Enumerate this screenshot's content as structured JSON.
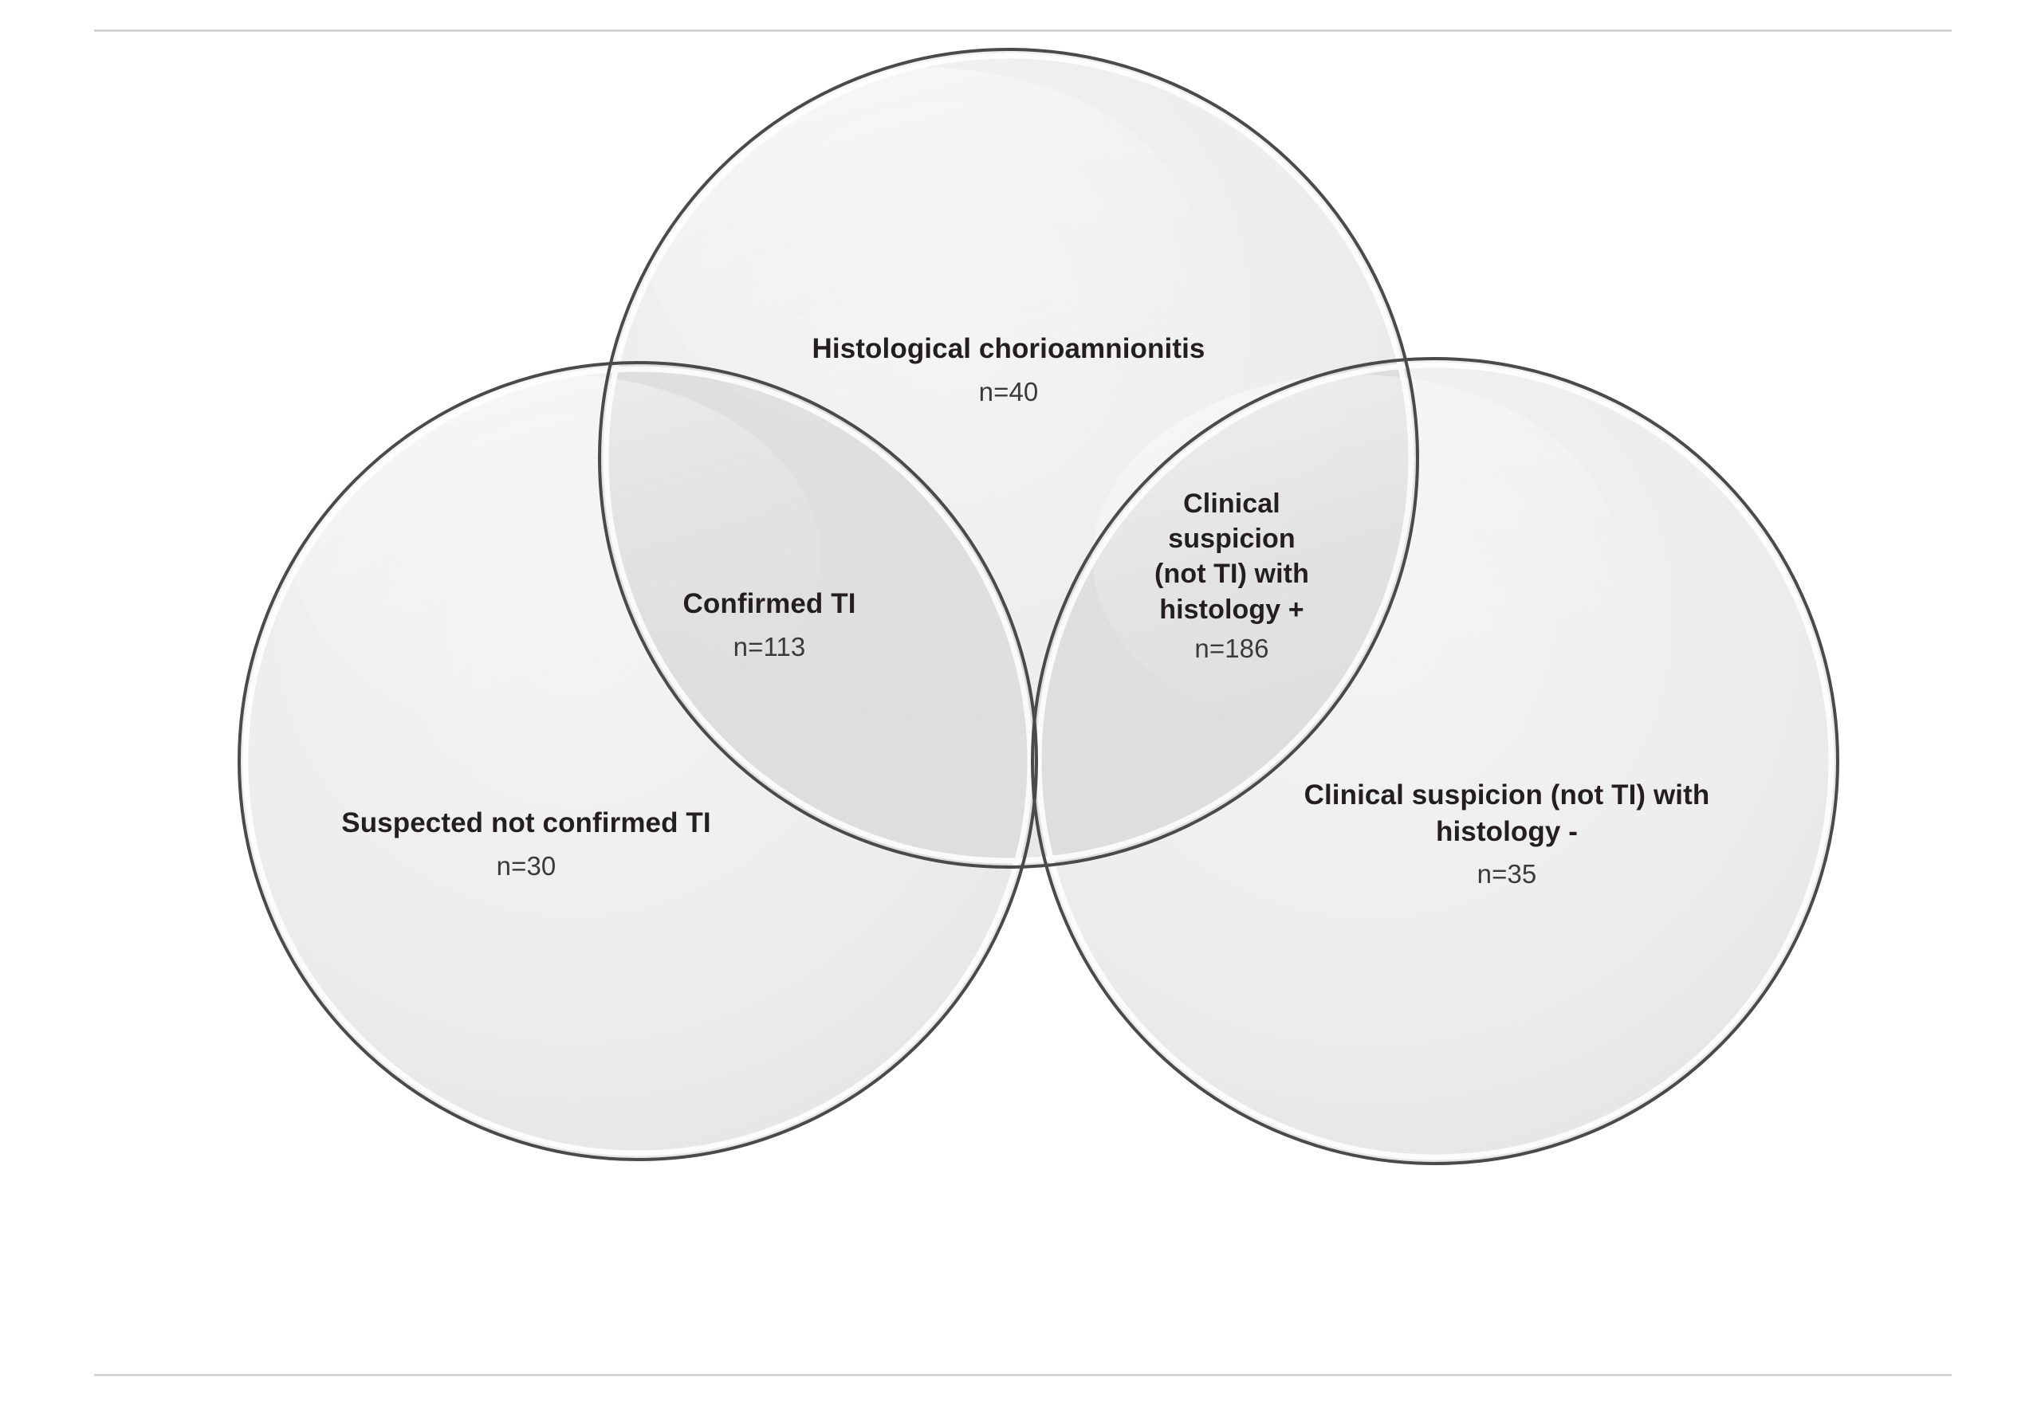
{
  "figure": {
    "type": "venn-diagram",
    "sets": 3,
    "background_color": "#ffffff",
    "rule_color": "#cccccc",
    "circle_stroke_color": "#4d4d4d",
    "circle_fill_color": "#eeeeee",
    "overlap_fill_color": "#e0e0e0",
    "text_color": "#231f20"
  },
  "circles": [
    {
      "id": "histological-chorioamnionitis",
      "position": "top",
      "title": "Histological chorioamnionitis",
      "count_label": "n=40",
      "count": 40
    },
    {
      "id": "suspected-not-confirmed-ti",
      "position": "bottom-left",
      "title": "Suspected not confirmed TI",
      "count_label": "n=30",
      "count": 30
    },
    {
      "id": "clinical-suspicion-histology-negative",
      "position": "bottom-right",
      "title": "Clinical suspicion (not TI) with histology -",
      "title_line1": "Clinical suspicion (not TI) with",
      "title_line2": "histology -",
      "count_label": "n=35",
      "count": 35
    }
  ],
  "intersections": [
    {
      "id": "confirmed-ti",
      "position": "top-left-overlap",
      "title": "Confirmed TI",
      "count_label": "n=113",
      "count": 113
    },
    {
      "id": "clinical-suspicion-histology-positive",
      "position": "top-right-overlap",
      "title": "Clinical suspicion (not TI) with histology +",
      "title_line1": "Clinical",
      "title_line2": "suspicion",
      "title_line3": "(not TI) with",
      "title_line4": "histology +",
      "count_label": "n=186",
      "count": 186
    }
  ],
  "chart_data": {
    "type": "venn",
    "title": "",
    "categories": [
      "Histological chorioamnionitis",
      "Suspected not confirmed TI",
      "Clinical suspicion (not TI) with histology -",
      "Confirmed TI",
      "Clinical suspicion (not TI) with histology +"
    ],
    "values": [
      40,
      30,
      35,
      113,
      186
    ],
    "regions": [
      {
        "label": "Histological chorioamnionitis",
        "region": "top-only",
        "value": 40
      },
      {
        "label": "Suspected not confirmed TI",
        "region": "left-only",
        "value": 30
      },
      {
        "label": "Clinical suspicion (not TI) with histology -",
        "region": "right-only",
        "value": 35
      },
      {
        "label": "Confirmed TI",
        "region": "top∩left",
        "value": 113
      },
      {
        "label": "Clinical suspicion (not TI) with histology +",
        "region": "top∩right",
        "value": 186
      }
    ],
    "legend": "none",
    "grid": false
  }
}
